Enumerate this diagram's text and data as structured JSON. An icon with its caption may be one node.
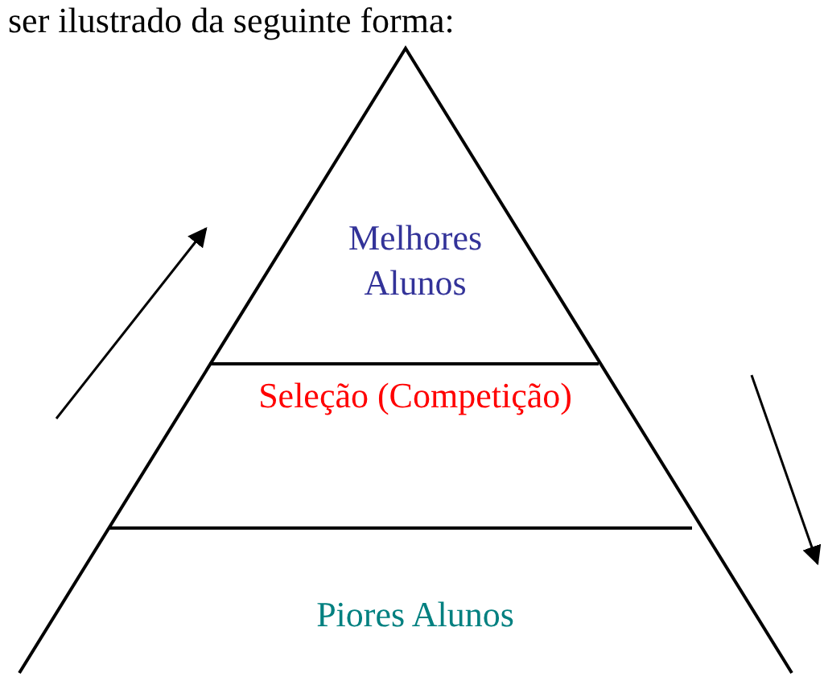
{
  "diagram": {
    "nodes": [
      {
        "text": [
          "Melhores Alunos"
        ]
      },
      {
        "text": [
          "Seleção (Competição)"
        ]
      },
      {
        "text": [
          "Piores Alunos"
        ]
      }
    ],
    "labels": [
      "ser ilustrado da seguinte forma:"
    ]
  }
}
